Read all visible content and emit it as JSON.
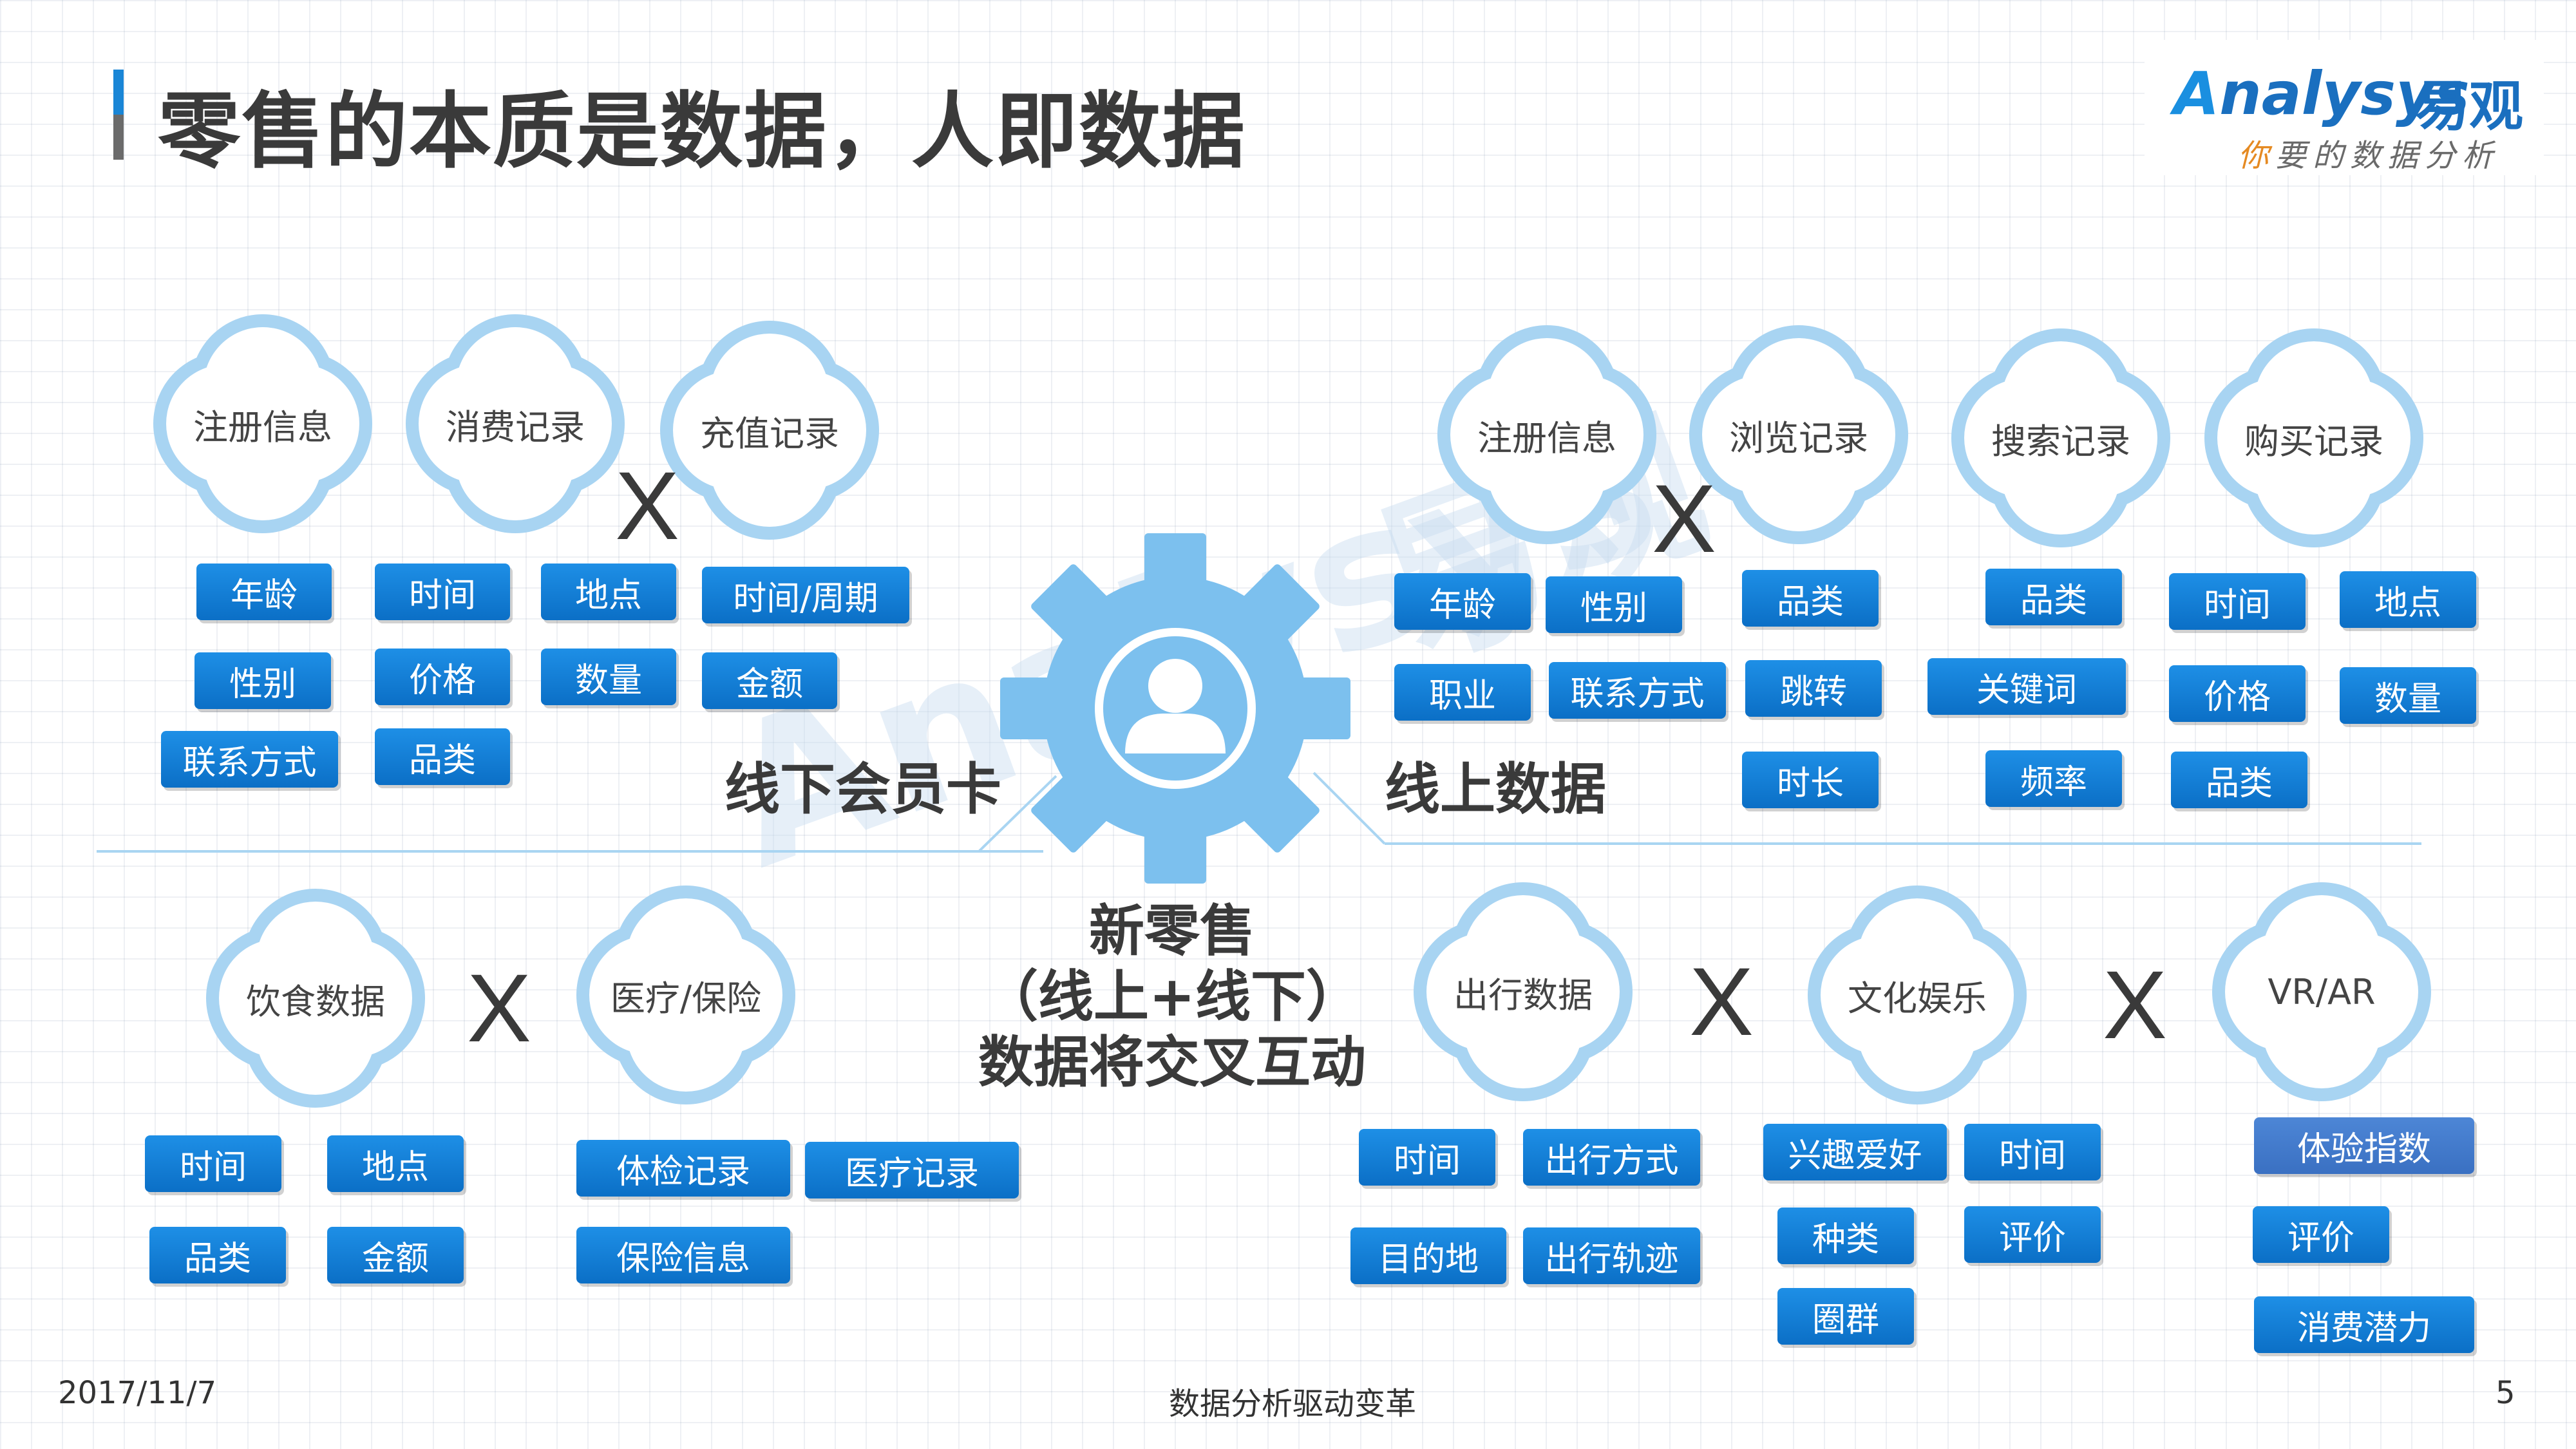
{
  "header": {
    "title": "零售的本质是数据，人即数据"
  },
  "logo": {
    "brand_en": "nalysys",
    "brand_en_initial": "A",
    "brand_cn": "易观",
    "tagline_first": "你",
    "tagline_rest": "要的数据分析"
  },
  "offline": {
    "label": "线下会员卡",
    "clouds": [
      "注册信息",
      "消费记录",
      "充值记录"
    ],
    "tags": [
      "年龄",
      "时间",
      "地点",
      "时间/周期",
      "性别",
      "价格",
      "数量",
      "金额",
      "联系方式",
      "品类"
    ]
  },
  "online": {
    "label": "线上数据",
    "clouds": [
      "注册信息",
      "浏览记录",
      "搜索记录",
      "购买记录"
    ],
    "tags": [
      "年龄",
      "性别",
      "职业",
      "联系方式",
      "品类",
      "跳转",
      "时长",
      "品类",
      "关键词",
      "频率",
      "时间",
      "地点",
      "价格",
      "数量",
      "品类"
    ]
  },
  "center": {
    "lines": [
      "新零售",
      "（线上+线下）",
      "数据将交叉互动"
    ]
  },
  "bottom": {
    "clouds": [
      "饮食数据",
      "医疗/保险",
      "出行数据",
      "文化娱乐",
      "VR/AR"
    ],
    "tags": [
      "时间",
      "地点",
      "品类",
      "金额",
      "体检记录",
      "医疗记录",
      "保险信息",
      "时间",
      "出行方式",
      "目的地",
      "出行轨迹",
      "兴趣爱好",
      "时间",
      "种类",
      "评价",
      "圈群",
      "体验指数",
      "评价",
      "消费潜力"
    ]
  },
  "operators": {
    "cross": "X"
  },
  "footer": {
    "date": "2017/11/7",
    "center": "数据分析驱动变革",
    "page": "5"
  },
  "colors": {
    "accent": "#1a86d6",
    "tag": "#0b6fc6",
    "cloud": "#a8d4f2",
    "gear": "#7cc0ee"
  }
}
